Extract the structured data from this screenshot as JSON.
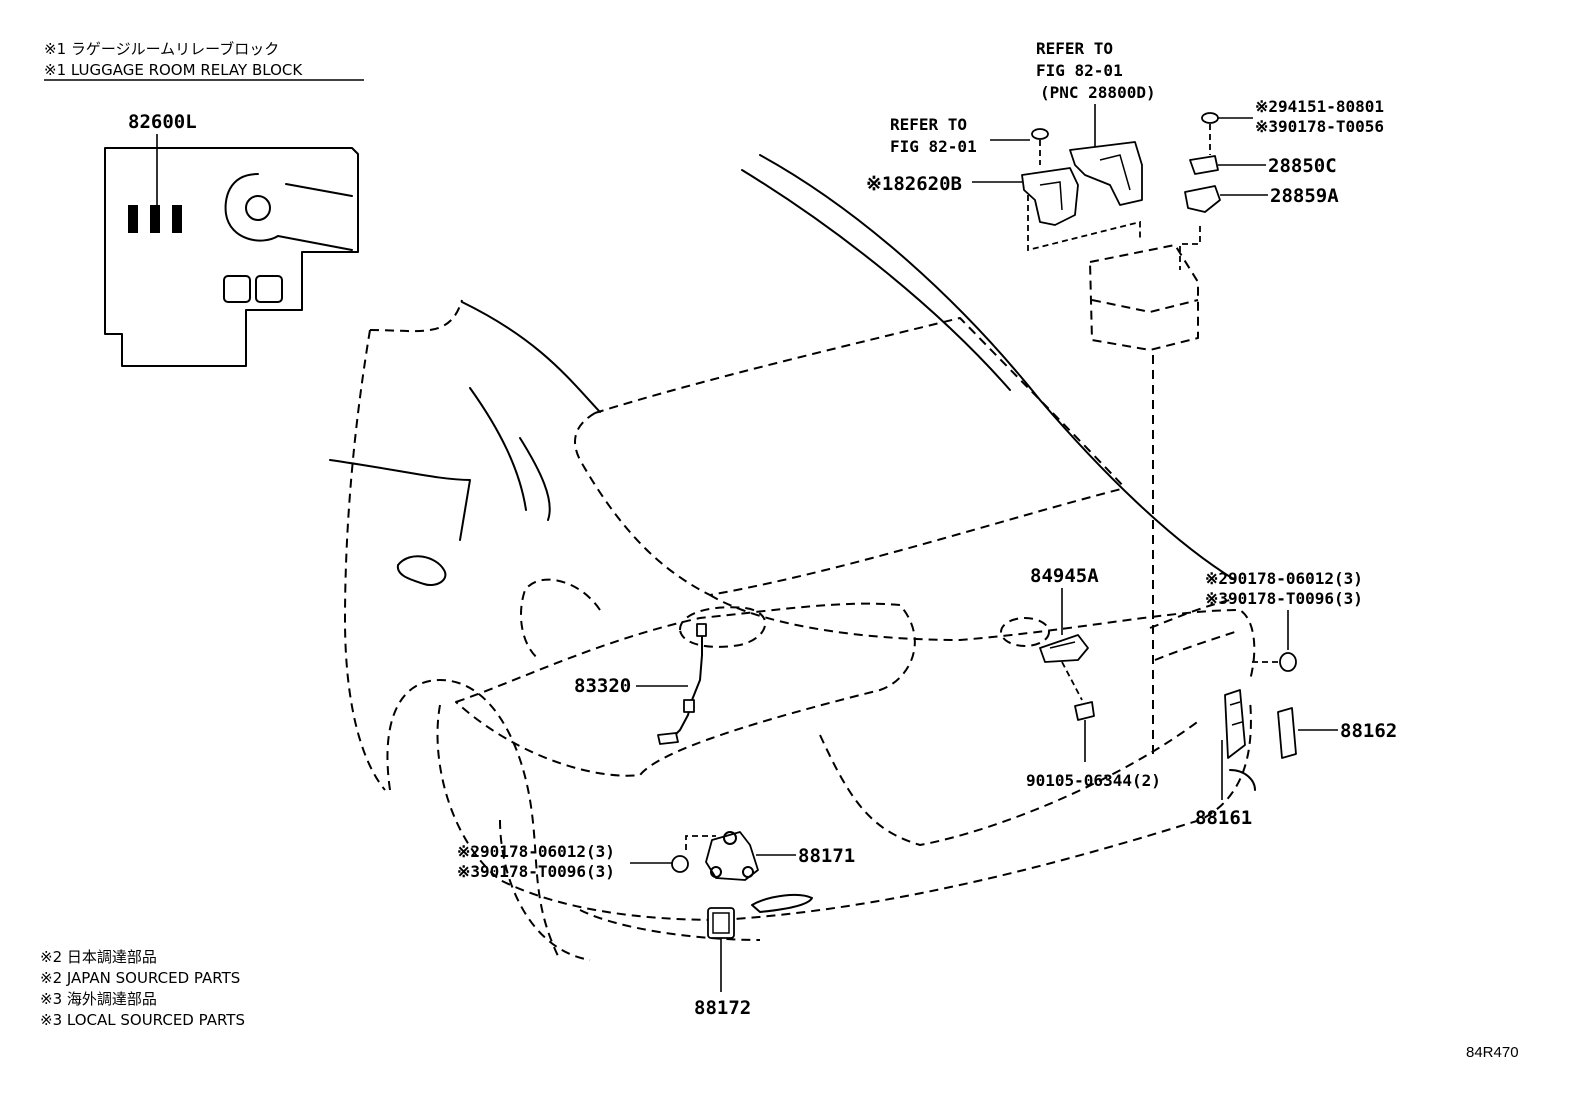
{
  "relay_block": {
    "legend_jp": "※1 ラゲージルームリレーブロック",
    "legend_en": "※1 LUGGAGE ROOM RELAY BLOCK",
    "part_number": "82600L"
  },
  "callouts": {
    "refer_top_1": "REFER TO",
    "refer_top_2": "FIG 82-01",
    "refer_top_3": "(PNC 28800D)",
    "refer_left_1": "REFER TO",
    "refer_left_2": "FIG 82-01",
    "p82620b": "※182620B",
    "p94151": "※294151-80801",
    "p90178_t0056": "※390178-T0056",
    "p28850c": "28850C",
    "p28859a": "28859A",
    "p84945a": "84945A",
    "p90178_06012_r": "※290178-06012(3)",
    "p90178_t0096_r": "※390178-T0096(3)",
    "p83320": "83320",
    "p88162": "88162",
    "p90105": "90105-06344(2)",
    "p88161": "88161",
    "p90178_06012_l": "※290178-06012(3)",
    "p90178_t0096_l": "※390178-T0096(3)",
    "p88171": "88171",
    "p88172": "88172"
  },
  "notes": {
    "n1": "※2 日本調達部品",
    "n2": "※2 JAPAN SOURCED PARTS",
    "n3": "※3 海外調達部品",
    "n4": "※3 LOCAL SOURCED PARTS"
  },
  "figure_id": "84R470"
}
